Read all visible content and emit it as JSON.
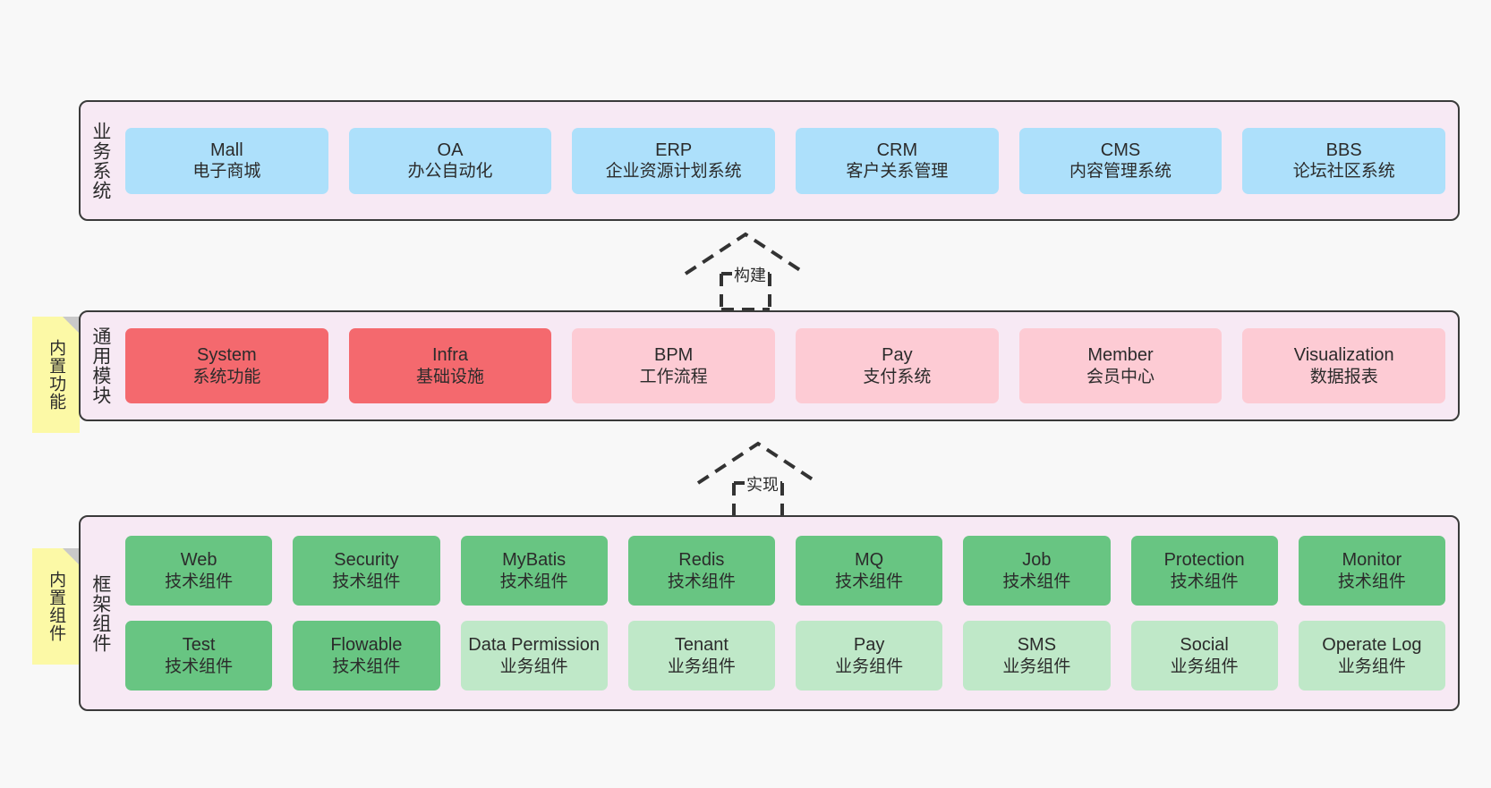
{
  "diagram": {
    "background": "#f8f8f8",
    "palette": {
      "panel_fill": "#f7e9f4",
      "panel_border": "#3a3a3a",
      "blue": "#ade0fb",
      "red": "#f4696e",
      "pink": "#fdcbd4",
      "green": "#68c582",
      "light_green": "#bfe8c8",
      "note_yellow": "#fcf9a6",
      "note_fold": "#c9c9c9"
    }
  },
  "layers": {
    "business": {
      "title": "业务系统",
      "items": [
        {
          "en": "Mall",
          "cn": "电子商城"
        },
        {
          "en": "OA",
          "cn": "办公自动化"
        },
        {
          "en": "ERP",
          "cn": "企业资源计划系统"
        },
        {
          "en": "CRM",
          "cn": "客户关系管理"
        },
        {
          "en": "CMS",
          "cn": "内容管理系统"
        },
        {
          "en": "BBS",
          "cn": "论坛社区系统"
        }
      ]
    },
    "modules": {
      "title": "通用模块",
      "items": [
        {
          "en": "System",
          "cn": "系统功能",
          "tone": "red"
        },
        {
          "en": "Infra",
          "cn": "基础设施",
          "tone": "red"
        },
        {
          "en": "BPM",
          "cn": "工作流程",
          "tone": "pink"
        },
        {
          "en": "Pay",
          "cn": "支付系统",
          "tone": "pink"
        },
        {
          "en": "Member",
          "cn": "会员中心",
          "tone": "pink"
        },
        {
          "en": "Visualization",
          "cn": "数据报表",
          "tone": "pink"
        }
      ]
    },
    "framework": {
      "title": "框架组件",
      "row_tech": [
        {
          "en": "Web",
          "cn": "技术组件"
        },
        {
          "en": "Security",
          "cn": "技术组件"
        },
        {
          "en": "MyBatis",
          "cn": "技术组件"
        },
        {
          "en": "Redis",
          "cn": "技术组件"
        },
        {
          "en": "MQ",
          "cn": "技术组件"
        },
        {
          "en": "Job",
          "cn": "技术组件"
        },
        {
          "en": "Protection",
          "cn": "技术组件"
        },
        {
          "en": "Monitor",
          "cn": "技术组件"
        }
      ],
      "row_business": [
        {
          "en": "Test",
          "cn": "技术组件",
          "tone": "green"
        },
        {
          "en": "Flowable",
          "cn": "技术组件",
          "tone": "green"
        },
        {
          "en": "Data Permission",
          "cn": "业务组件",
          "tone": "light_green"
        },
        {
          "en": "Tenant",
          "cn": "业务组件",
          "tone": "light_green"
        },
        {
          "en": "Pay",
          "cn": "业务组件",
          "tone": "light_green"
        },
        {
          "en": "SMS",
          "cn": "业务组件",
          "tone": "light_green"
        },
        {
          "en": "Social",
          "cn": "业务组件",
          "tone": "light_green"
        },
        {
          "en": "Operate Log",
          "cn": "业务组件",
          "tone": "light_green"
        }
      ]
    }
  },
  "notes": [
    {
      "text": "内置功能"
    },
    {
      "text": "内置组件"
    }
  ],
  "arrows": [
    {
      "label": "构建"
    },
    {
      "label": "实现"
    }
  ]
}
